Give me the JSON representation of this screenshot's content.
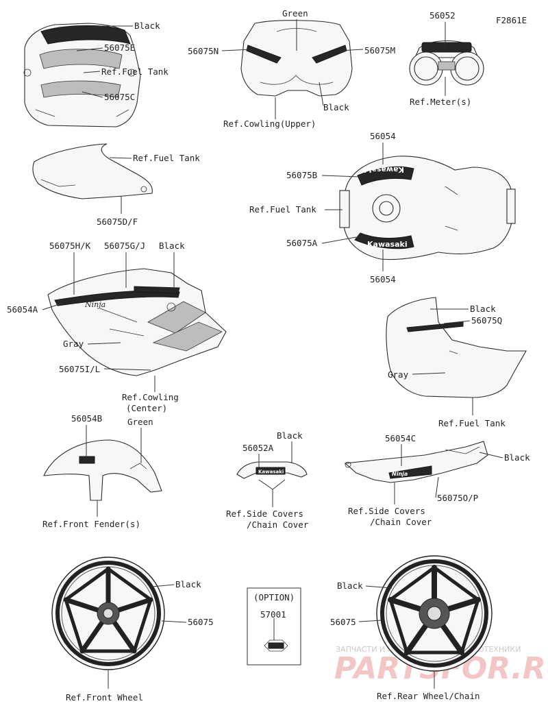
{
  "figure_code": "F2861E",
  "labels": {
    "black_tank_top": "Black",
    "p_56075E": "56075E",
    "ref_fuel_tank_1": "Ref.Fuel Tank",
    "p_56075C": "56075C",
    "green_cowl": "Green",
    "p_56075N": "56075N",
    "p_56075M": "56075M",
    "black_cowl": "Black",
    "ref_cowling_upper": "Ref.Cowling(Upper)",
    "p_56052": "56052",
    "ref_meters": "Ref.Meter(s)",
    "ref_fuel_tank_2": "Ref.Fuel Tank",
    "p_56075DF": "56075D/F",
    "p_56054_top": "56054",
    "p_56075B": "56075B",
    "ref_fuel_tank_3": "Ref.Fuel Tank",
    "p_56075A": "56075A",
    "p_56054_bottom": "56054",
    "p_56075HK": "56075H/K",
    "p_56075GJ": "56075G/J",
    "black_center": "Black",
    "p_56054A": "56054A",
    "gray_center": "Gray",
    "p_56075IL": "56075I/L",
    "ref_cowling_center_1": "Ref.Cowling",
    "ref_cowling_center_2": "(Center)",
    "black_side": "Black",
    "p_56075Q": "56075Q",
    "gray_side": "Gray",
    "ref_fuel_tank_4": "Ref.Fuel Tank",
    "p_56054B": "56054B",
    "green_fender": "Green",
    "ref_front_fender": "Ref.Front Fender(s)",
    "black_cover_small": "Black",
    "p_56052A": "56052A",
    "ref_side_covers_1a": "Ref.Side Covers",
    "ref_side_covers_1b": "/Chain Cover",
    "p_56054C": "56054C",
    "black_cover_large": "Black",
    "p_56075OP": "56075O/P",
    "ref_side_covers_2a": "Ref.Side Covers",
    "ref_side_covers_2b": "/Chain Cover",
    "black_front_wheel": "Black",
    "p_56075_front": "56075",
    "ref_front_wheel": "Ref.Front Wheel",
    "option_title": "(OPTION)",
    "p_57001": "57001",
    "black_rear_wheel": "Black",
    "p_56075_rear": "56075",
    "ref_rear_wheel": "Ref.Rear Wheel/Chain"
  },
  "decal_text": {
    "tank_logo_top": "Kawasaki",
    "tank_logo_bottom": "Kawasaki",
    "fairing_logo": "Ninja",
    "cover_logo": "Kawasaki",
    "side_cover_logo": "Ninja"
  },
  "watermark": {
    "line1": "ЗАПЧАСТИ И АКСЕССУАРЫ ДЛЯ МОТОТЕХНИКИ",
    "line2": "PARTSFOR.RU"
  },
  "colors": {
    "line": "#2a2a2a",
    "decal_dark": "#262626",
    "watermark_red": "#f3c6c6"
  }
}
